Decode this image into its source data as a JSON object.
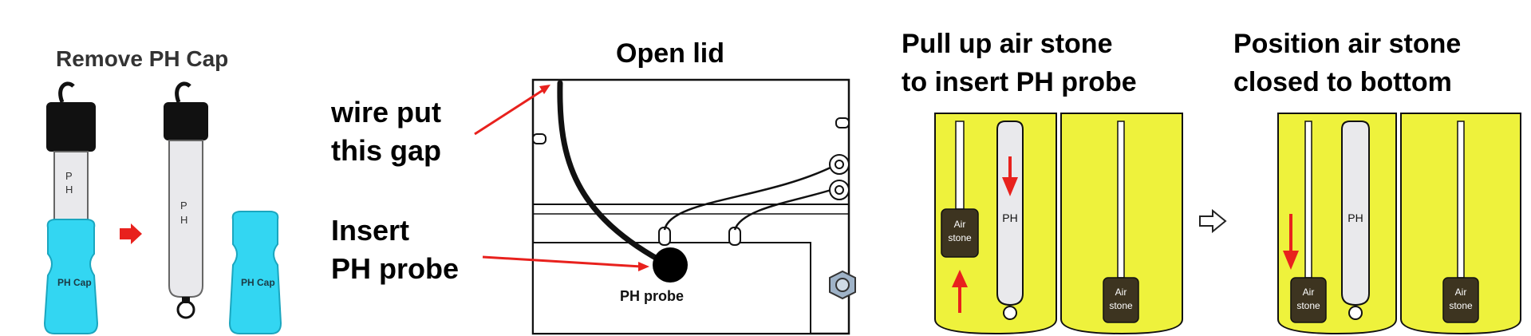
{
  "steps": {
    "remove_cap": {
      "title": "Remove PH Cap",
      "probe_label": "P\nH",
      "cap_label": "PH Cap"
    },
    "open_lid": {
      "title": "Open lid",
      "wire_note": [
        "wire put",
        "this gap"
      ],
      "insert_note": [
        "Insert",
        "PH probe"
      ],
      "probe_hole_label": "PH probe"
    },
    "pull_up": {
      "title": [
        "Pull up air stone",
        "to insert PH probe"
      ],
      "air_stone_label": [
        "Air",
        "stone"
      ],
      "probe_label": "PH"
    },
    "position": {
      "title": [
        "Position air stone",
        "closed to bottom"
      ],
      "air_stone_label": [
        "Air",
        "stone"
      ],
      "probe_label": "PH"
    }
  },
  "colors": {
    "arrow_red": "#e8211d",
    "cap_cyan": "#33d6f2",
    "chamber_yellow": "#eef23c",
    "stone_dark": "#3d3420",
    "probe_black": "#111111",
    "probe_light": "#e9e9ec"
  },
  "icons": [
    "right-arrow-red-icon",
    "hollow-right-arrow-icon",
    "red-pointer-arrow-icon"
  ]
}
